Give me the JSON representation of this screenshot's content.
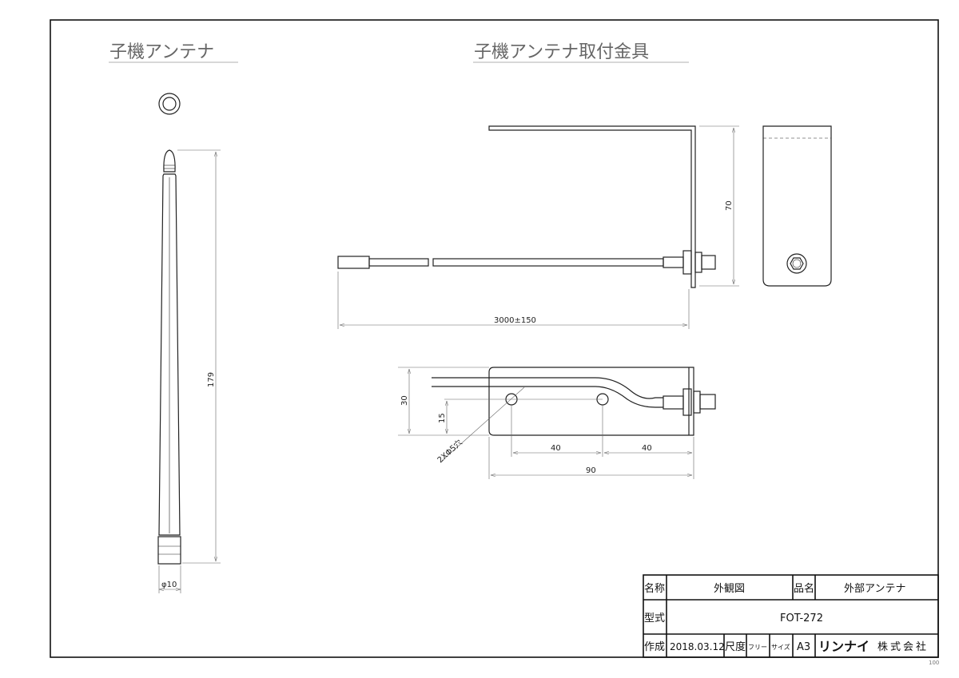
{
  "titles": {
    "antenna": "子機アンテナ",
    "bracket": "子機アンテナ取付金具"
  },
  "dimensions": {
    "length_179": "179",
    "diameter_10": "φ10",
    "height_70": "70",
    "cable_3000": "3000±150",
    "width_30": "30",
    "hole_15": "15",
    "pitch_40a": "40",
    "pitch_40b": "40",
    "length_90": "90",
    "holes": "2XΦ5穴"
  },
  "title_block": {
    "name_label": "名称",
    "name_value": "外観図",
    "product_label": "品名",
    "product_value": "外部アンテナ",
    "model_label": "型式",
    "model_value": "FOT-272",
    "created_label": "作成",
    "created_date": "2018.03.12",
    "scale_label": "尺度",
    "scale_value": "フリー",
    "size_label": "サイズ",
    "size_value": "A3",
    "company_logo": "リンナイ",
    "company_suffix": "株式会社"
  },
  "sheet_number": "100"
}
